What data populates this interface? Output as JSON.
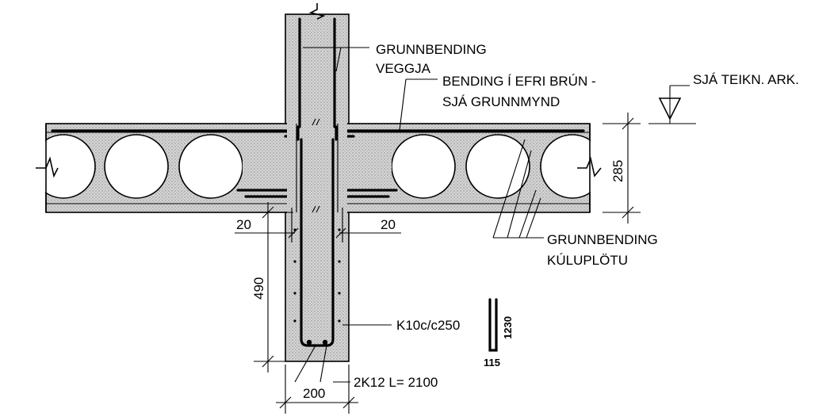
{
  "labels": {
    "wall_reinforcement_line1": "GRUNNBENDING",
    "wall_reinforcement_line2": "VEGGJA",
    "top_reinforcement_line1": "BENDING Í EFRI BRÚN -",
    "top_reinforcement_line2": "SJÁ GRUNNMYND",
    "see_drawing": "SJÁ TEIKN. ARK.",
    "slab_reinforcement_line1": "GRUNNBENDING",
    "slab_reinforcement_line2": "KÚLUPLÖTU",
    "stirrup_spec": "K10c/c250",
    "bar_spec": "2K12 L= 2100"
  },
  "dimensions": {
    "slab_thickness": "285",
    "gap_left": "20",
    "gap_right": "20",
    "wall_extension": "490",
    "wall_width": "200",
    "bar_shape_length": "1230",
    "bar_shape_hook": "115"
  },
  "colors": {
    "line": "#000000",
    "concrete_fill": "#c9c9c9",
    "background": "#ffffff"
  }
}
